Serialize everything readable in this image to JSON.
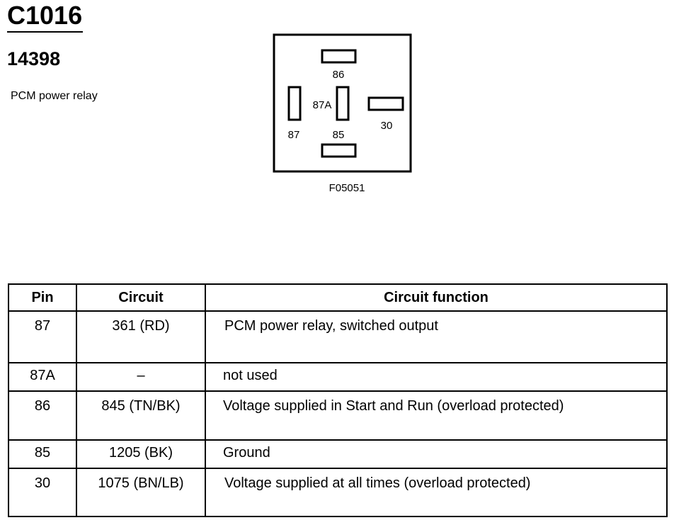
{
  "header": {
    "connector_id": "C1016",
    "part_number": "14398",
    "description": "PCM power relay"
  },
  "diagram": {
    "pins": {
      "p86": "86",
      "p87a": "87A",
      "p87": "87",
      "p85": "85",
      "p30": "30"
    },
    "figure_code": "F05051"
  },
  "table": {
    "headers": {
      "pin": "Pin",
      "circuit": "Circuit",
      "function": "Circuit function"
    },
    "rows": [
      {
        "pin": "87",
        "circuit": "361 (RD)",
        "function": "PCM power relay, switched output"
      },
      {
        "pin": "87A",
        "circuit": "–",
        "function": "not used"
      },
      {
        "pin": "86",
        "circuit": "845 (TN/BK)",
        "function": "Voltage supplied in Start and Run (overload protected)"
      },
      {
        "pin": "85",
        "circuit": "1205 (BK)",
        "function": "Ground"
      },
      {
        "pin": "30",
        "circuit": "1075 (BN/LB)",
        "function": "Voltage supplied at all times (overload protected)"
      }
    ]
  }
}
